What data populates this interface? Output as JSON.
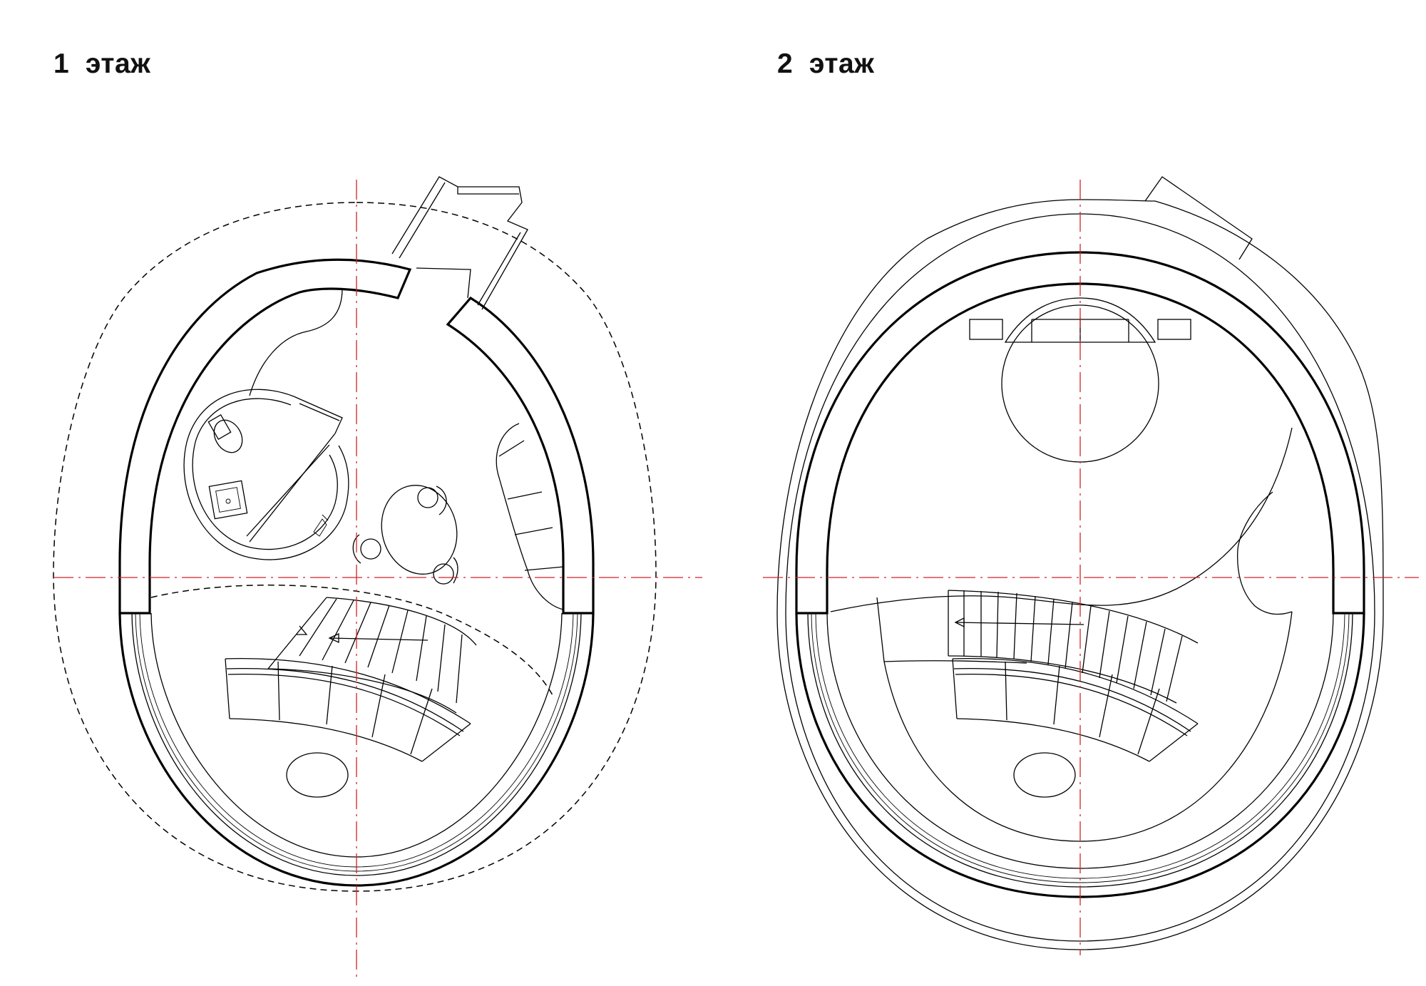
{
  "floors": [
    {
      "id": "floor-1",
      "label": "1  этаж"
    },
    {
      "id": "floor-2",
      "label": "2  этаж"
    }
  ],
  "colors": {
    "line": "#000000",
    "axis": "#d4232a",
    "background": "#ffffff"
  }
}
